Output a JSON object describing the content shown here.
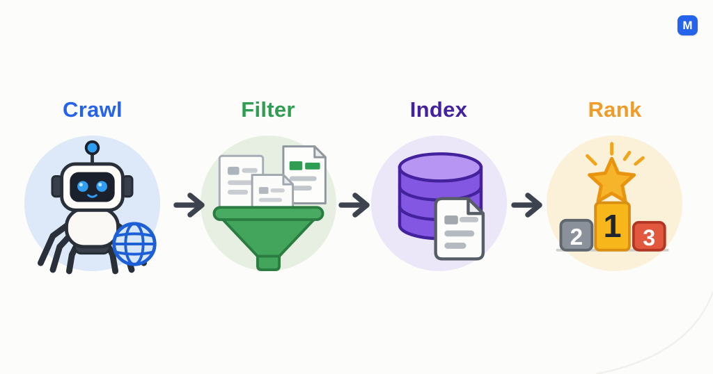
{
  "logo": {
    "letter": "M",
    "background": "#2563eb",
    "color": "#ffffff"
  },
  "colors": {
    "page_background": "#fcfcfa",
    "arrow": "#3d434e"
  },
  "steps": [
    {
      "label": "Crawl",
      "label_color": "#2563eb",
      "circle_color": "#dde9f8",
      "icon": "robot-spider-with-globe-icon"
    },
    {
      "label": "Filter",
      "label_color": "#2f9e52",
      "circle_color": "#e7efe3",
      "icon": "funnel-with-documents-icon"
    },
    {
      "label": "Index",
      "label_color": "#44219e",
      "circle_color": "#ebe7f8",
      "icon": "database-with-document-icon"
    },
    {
      "label": "Rank",
      "label_color": "#f09c2a",
      "circle_color": "#fbf1d8",
      "icon": "podium-with-star-icon",
      "podium": {
        "first_place": "1",
        "second_place": "2",
        "third_place": "3"
      }
    }
  ]
}
